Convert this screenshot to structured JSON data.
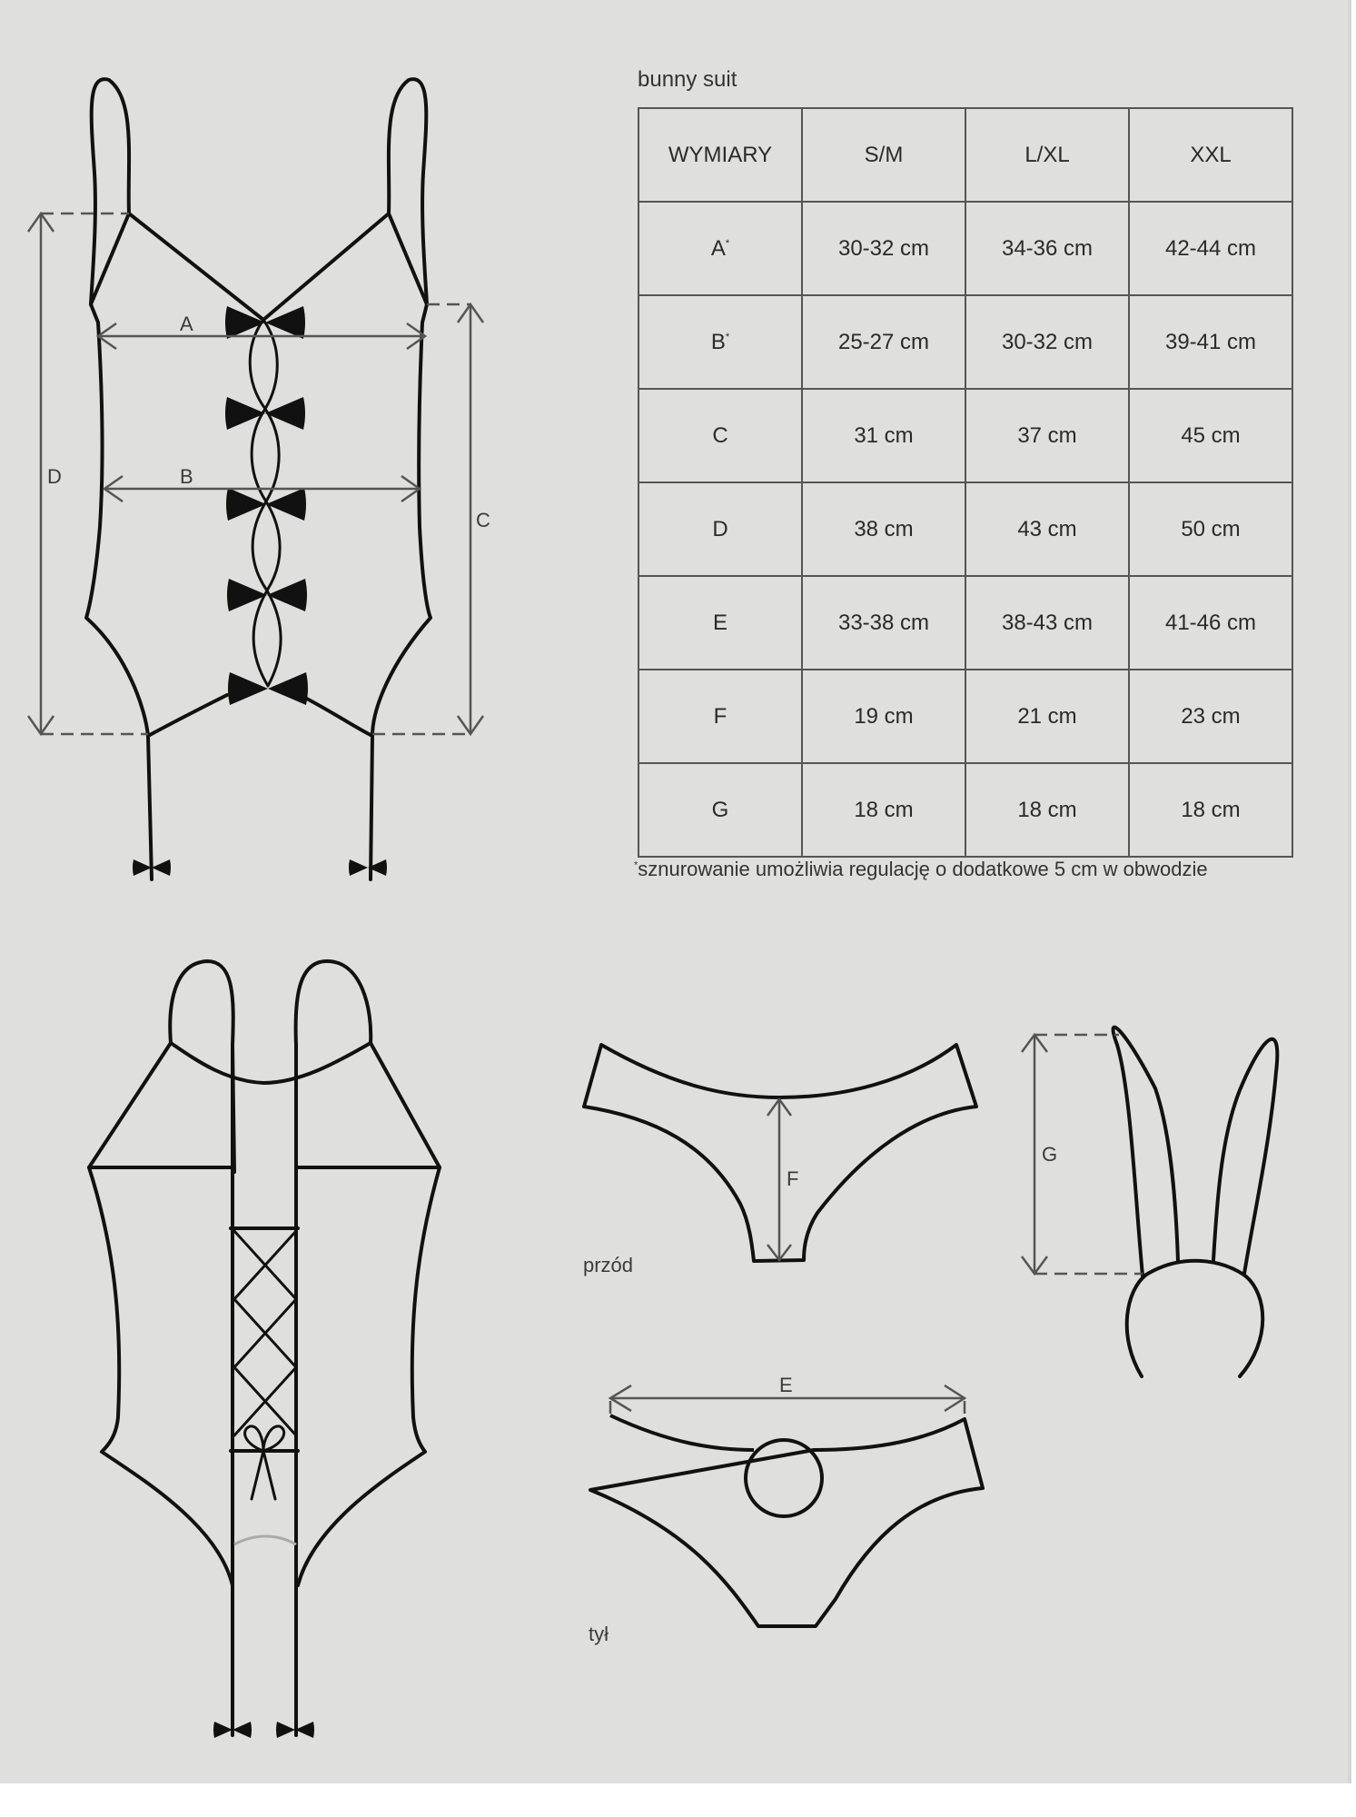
{
  "title": "bunny suit",
  "table": {
    "headers": [
      "WYMIARY",
      "S/M",
      "L/XL",
      "XXL"
    ],
    "rows": [
      {
        "label": "A",
        "mark": "*",
        "values": [
          "30-32 cm",
          "34-36 cm",
          "42-44 cm"
        ]
      },
      {
        "label": "B",
        "mark": "*",
        "values": [
          "25-27 cm",
          "30-32 cm",
          "39-41 cm"
        ]
      },
      {
        "label": "C",
        "mark": "",
        "values": [
          "31 cm",
          "37 cm",
          "45 cm"
        ]
      },
      {
        "label": "D",
        "mark": "",
        "values": [
          "38 cm",
          "43 cm",
          "50 cm"
        ]
      },
      {
        "label": "E",
        "mark": "",
        "values": [
          "33-38 cm",
          "38-43 cm",
          "41-46 cm"
        ]
      },
      {
        "label": "F",
        "mark": "",
        "values": [
          "19 cm",
          "21 cm",
          "23 cm"
        ]
      },
      {
        "label": "G",
        "mark": "",
        "values": [
          "18 cm",
          "18 cm",
          "18 cm"
        ]
      }
    ]
  },
  "footnote": {
    "mark": "*",
    "text": "sznurowanie umożliwia regulację o dodatkowe 5 cm w obwodzie"
  },
  "diagrams": {
    "bodysuit_front": {
      "dim_labels": {
        "A": "A",
        "B": "B",
        "C": "C",
        "D": "D"
      }
    },
    "bodysuit_back": {},
    "panties_front": {
      "caption": "przód",
      "dim_label": "F"
    },
    "panties_back": {
      "caption": "tył",
      "dim_label": "E"
    },
    "ears_headband": {
      "dim_label": "G"
    }
  },
  "colors": {
    "background": "#dfdfdd",
    "line": "#111111",
    "dimension_line": "#555555",
    "text": "#2a2a2a"
  }
}
